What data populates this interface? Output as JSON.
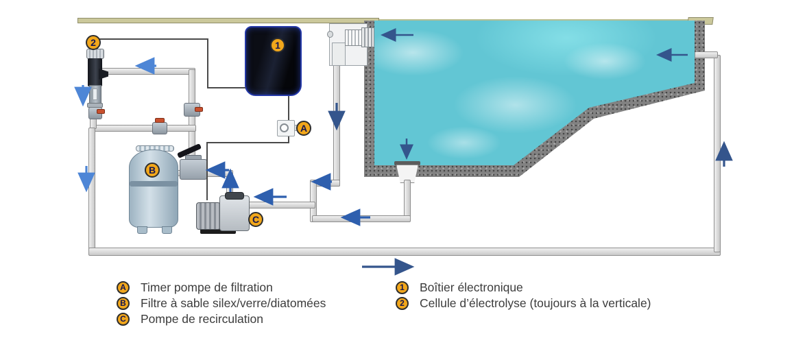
{
  "legend": {
    "left": [
      {
        "badge": "A",
        "label": "Timer pompe de filtration"
      },
      {
        "badge": "B",
        "label": "Filtre à sable silex/verre/diatomées"
      },
      {
        "badge": "C",
        "label": "Pompe de recirculation"
      }
    ],
    "right": [
      {
        "badge": "1",
        "label": "Boîtier électronique"
      },
      {
        "badge": "2",
        "label": "Cellule d’électrolyse (toujours à la verticale)"
      }
    ]
  },
  "diagram": {
    "badges": {
      "timer": "A",
      "sand_filter": "B",
      "recirculation_pump": "C",
      "electronic_box": "1",
      "electrolysis_cell": "2"
    }
  },
  "colors": {
    "water": "#62c6d4",
    "pool_wall": "#828282",
    "deck": "#cbc89b",
    "pipe_fill": "#dcdcdc",
    "badge_bg": "#f2a71b",
    "electronic_box_edge": "#2438a8",
    "flow_arrow": "#2e5fae",
    "flow_arrow_light": "#4e86d6",
    "pool_arrow": "#34558c",
    "wire": "#4a4a4a"
  }
}
